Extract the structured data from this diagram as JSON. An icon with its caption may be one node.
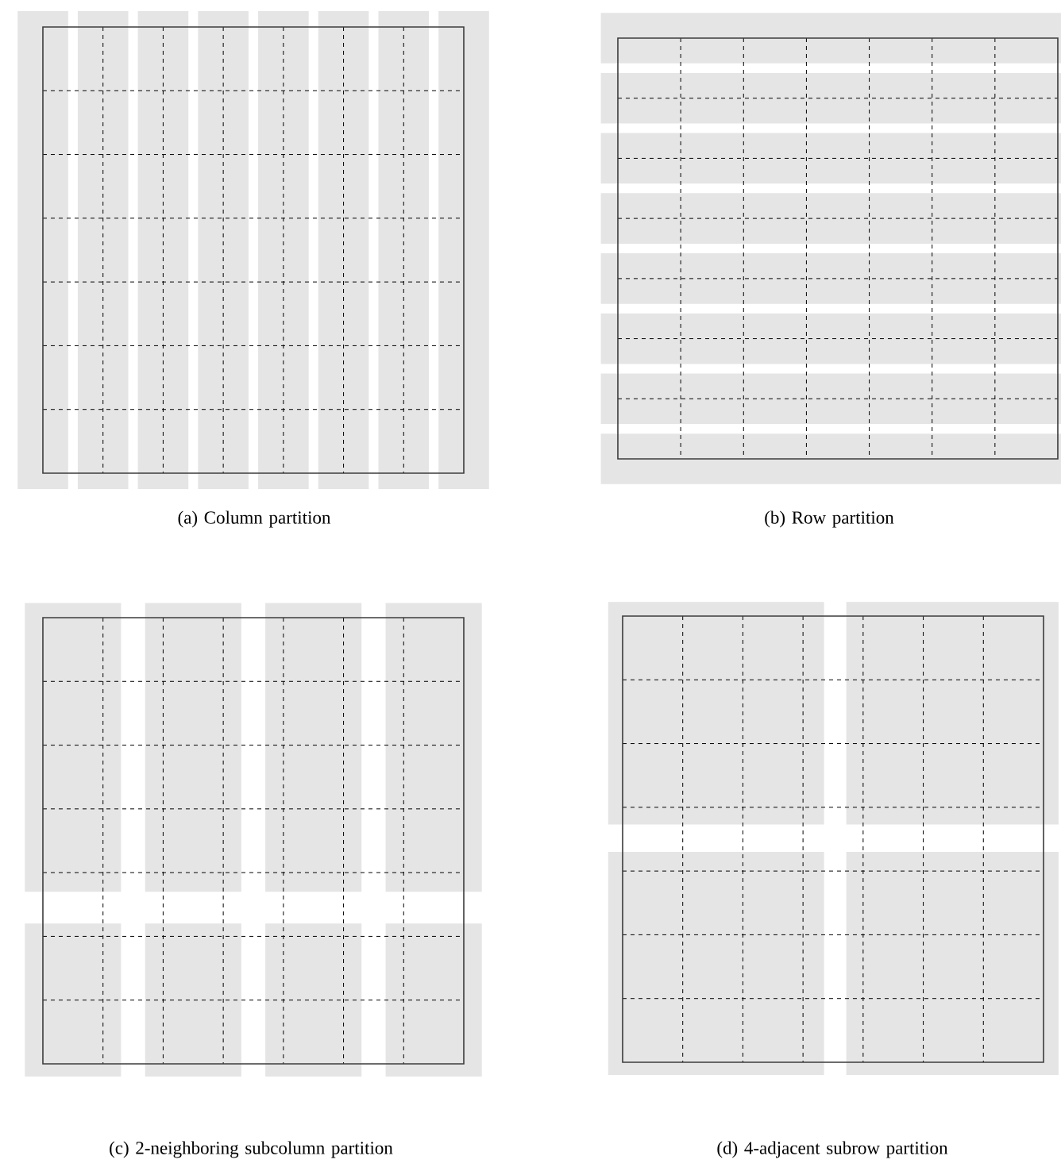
{
  "diagram": {
    "labels": [
      "(a) Column partition",
      "(b) Row partition",
      "(c) 2-neighboring subcolumn partition",
      "(d) 4-adjacent subrow partition"
    ]
  }
}
